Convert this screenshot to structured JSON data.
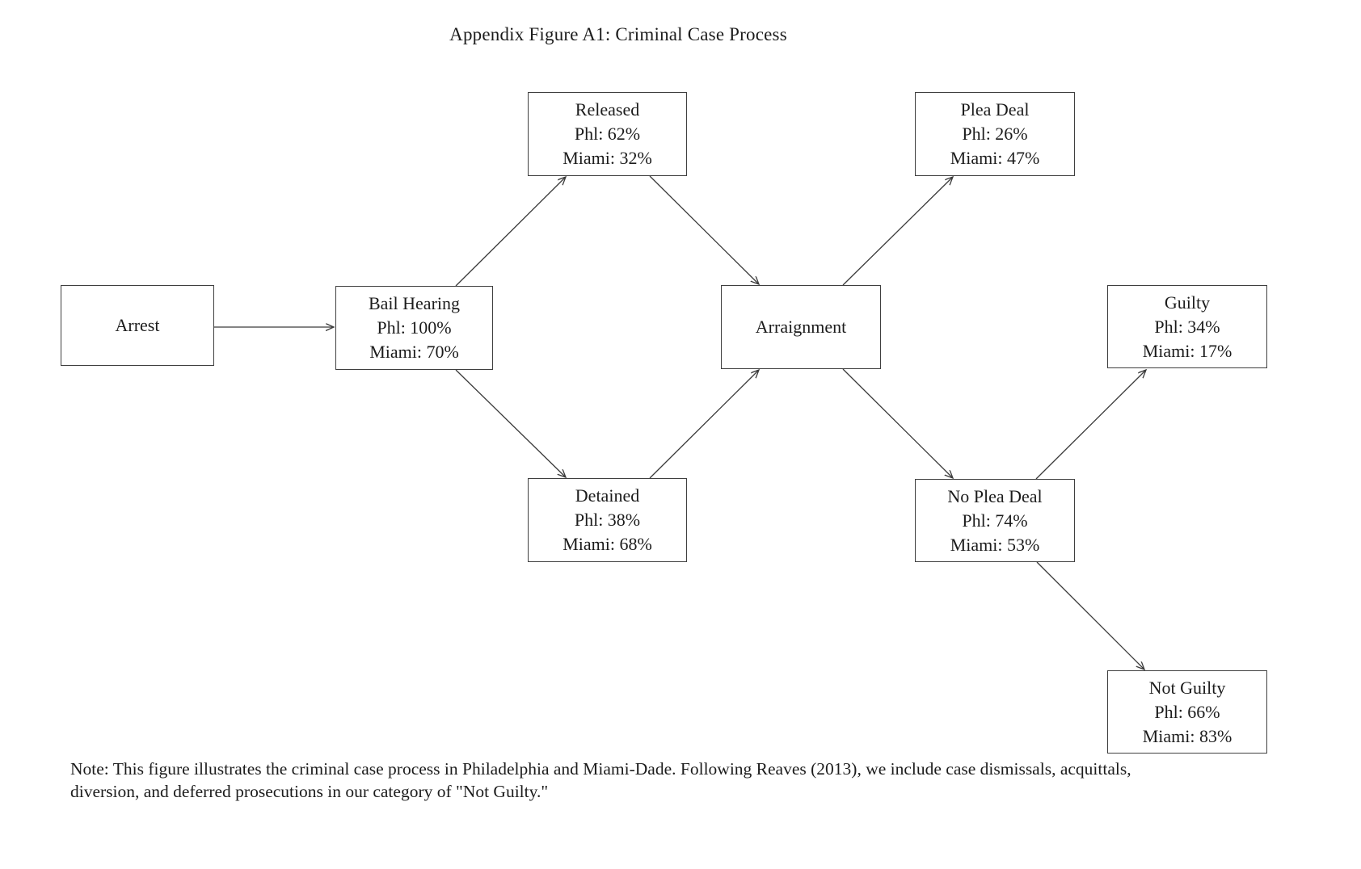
{
  "title": "Appendix Figure A1: Criminal Case Process",
  "nodes": {
    "arrest": {
      "label": "Arrest"
    },
    "bail_hearing": {
      "label": "Bail Hearing",
      "phl": "Phl: 100%",
      "miami": "Miami: 70%"
    },
    "released": {
      "label": "Released",
      "phl": "Phl: 62%",
      "miami": "Miami: 32%"
    },
    "detained": {
      "label": "Detained",
      "phl": "Phl: 38%",
      "miami": "Miami: 68%"
    },
    "arraignment": {
      "label": "Arraignment"
    },
    "plea_deal": {
      "label": "Plea Deal",
      "phl": "Phl: 26%",
      "miami": "Miami: 47%"
    },
    "no_plea_deal": {
      "label": "No Plea Deal",
      "phl": "Phl: 74%",
      "miami": "Miami: 53%"
    },
    "guilty": {
      "label": "Guilty",
      "phl": "Phl: 34%",
      "miami": "Miami: 17%"
    },
    "not_guilty": {
      "label": "Not Guilty",
      "phl": "Phl: 66%",
      "miami": "Miami: 83%"
    }
  },
  "edges": [
    {
      "from": "Arrest",
      "to": "Bail Hearing"
    },
    {
      "from": "Bail Hearing",
      "to": "Released"
    },
    {
      "from": "Bail Hearing",
      "to": "Detained"
    },
    {
      "from": "Released",
      "to": "Arraignment"
    },
    {
      "from": "Detained",
      "to": "Arraignment"
    },
    {
      "from": "Arraignment",
      "to": "Plea Deal"
    },
    {
      "from": "Arraignment",
      "to": "No Plea Deal"
    },
    {
      "from": "No Plea Deal",
      "to": "Guilty"
    },
    {
      "from": "No Plea Deal",
      "to": "Not Guilty"
    }
  ],
  "note": {
    "lines": [
      "Note: This figure illustrates the criminal case process in Philadelphia and Miami-Dade. Following Reaves (2013), we include case dismissals, acquittals,",
      "diversion, and deferred prosecutions in our category of \"Not Guilty.\""
    ]
  },
  "colors": {
    "line": "#3a3a3a",
    "text": "#1c1c1c",
    "background": "#ffffff"
  }
}
